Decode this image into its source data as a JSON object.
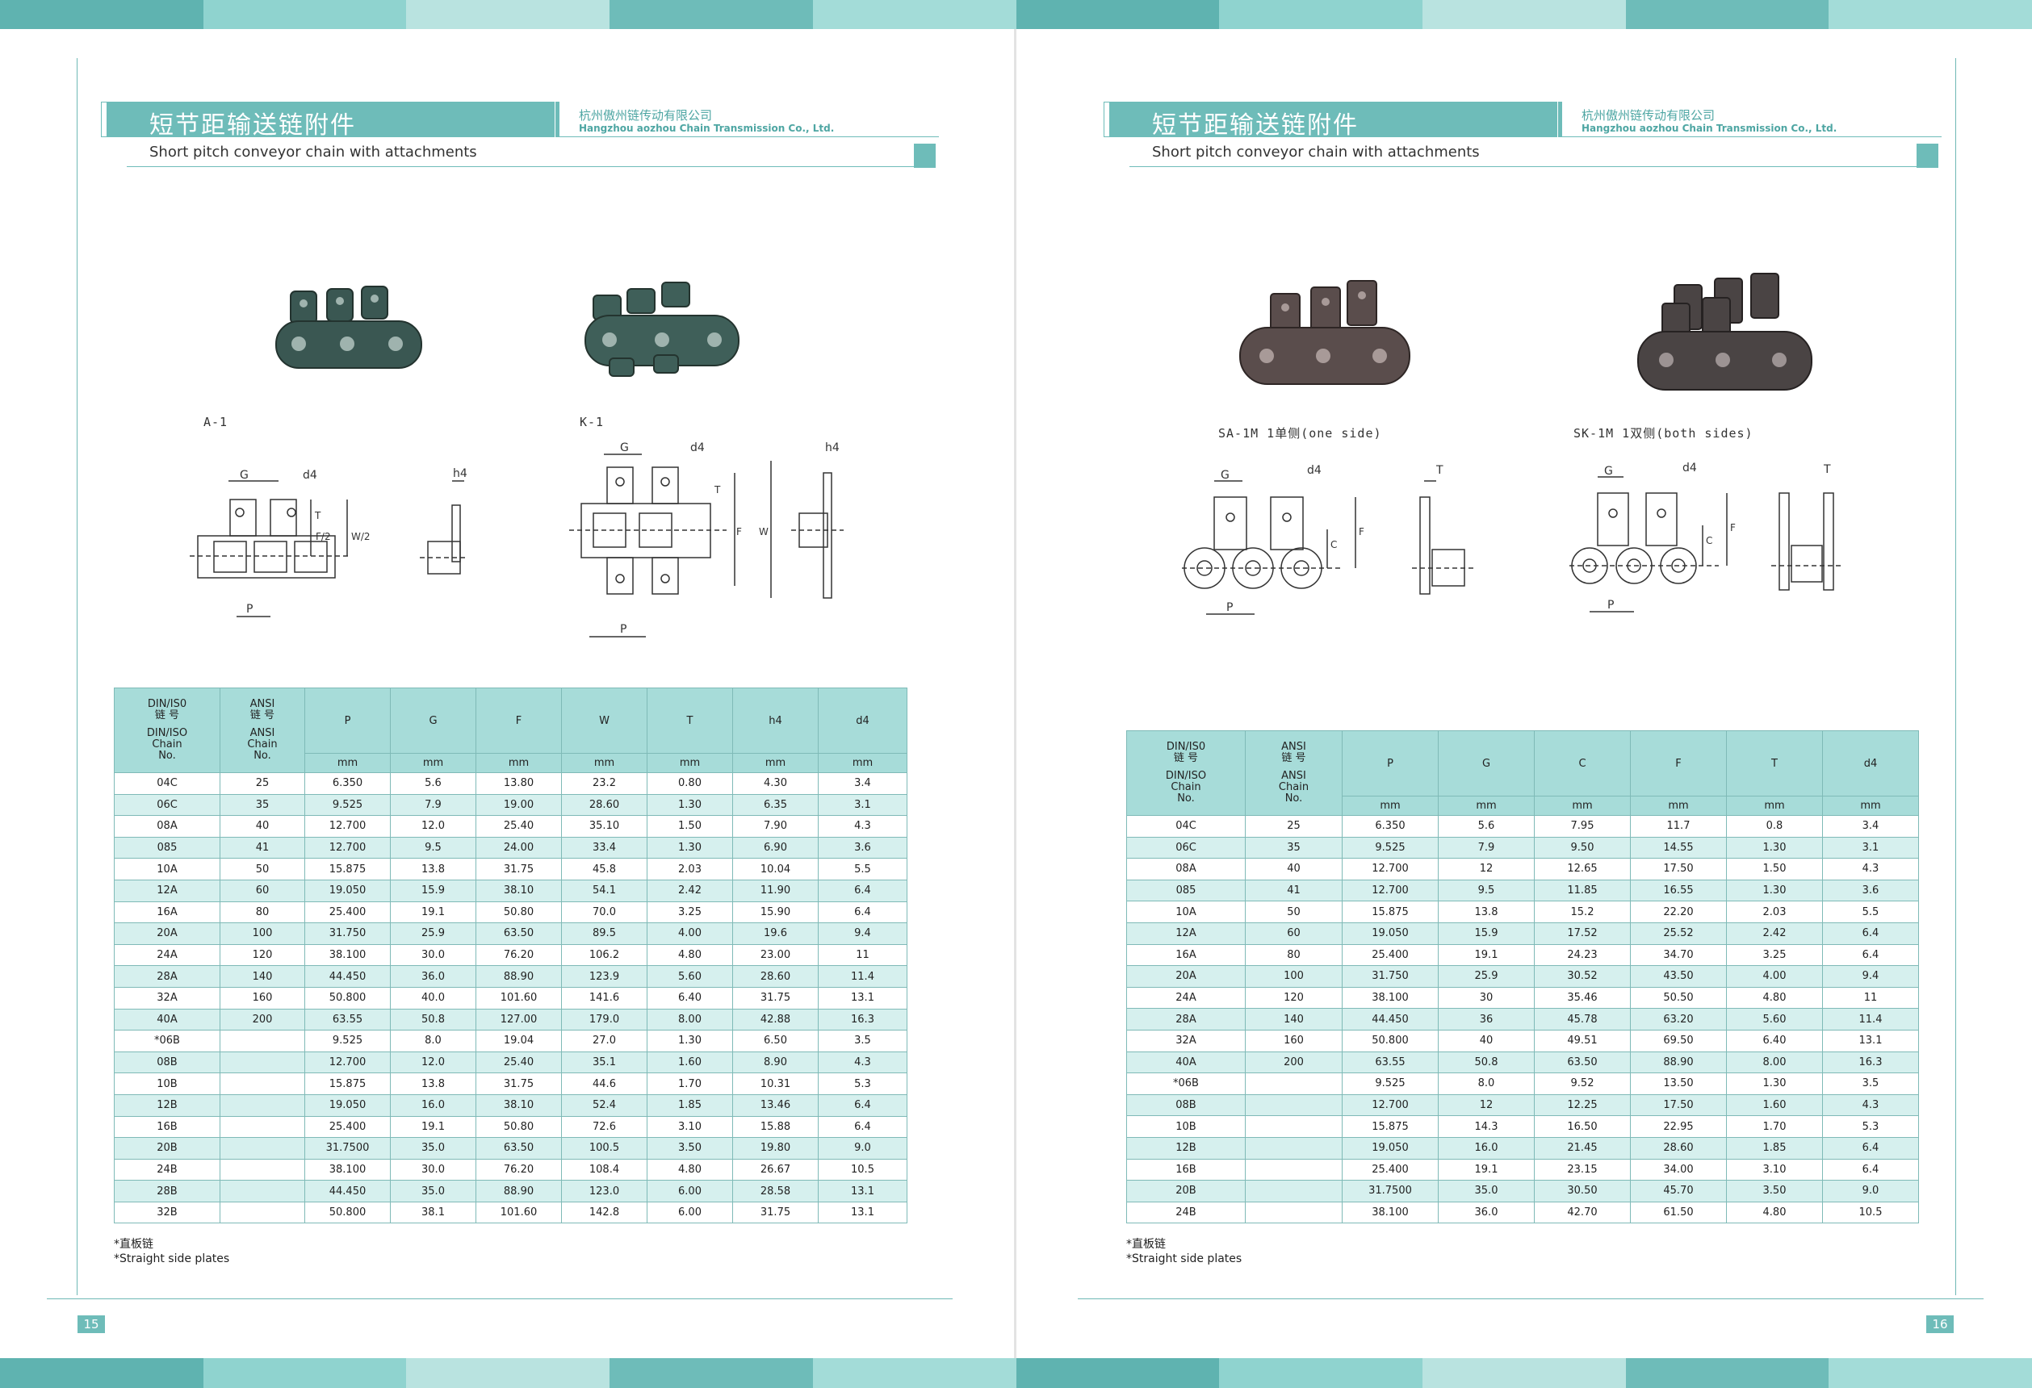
{
  "theme": {
    "accent": "#6ebcb9",
    "table_header": "#a7dcd9",
    "row_alt": "#d6f0ee"
  },
  "band_colors": [
    "#5fb3b0",
    "#8fd3cf",
    "#b9e3e0",
    "#6ebcb9",
    "#a3dcd8",
    "#5fb3b0",
    "#8fd3cf",
    "#b9e3e0",
    "#6ebcb9",
    "#a3dcd8"
  ],
  "header": {
    "title_cn": "短节距输送链附件",
    "title_en": "Short pitch conveyor chain with attachments",
    "company_cn": "杭州傲州链传动有限公司",
    "company_en": "Hangzhou aozhou Chain Transmission Co., Ltd."
  },
  "left": {
    "page_number": "15",
    "captions": {
      "a1": "A-1",
      "k1": "K-1"
    },
    "dim_labels": {
      "G": "G",
      "d4": "d4",
      "h4": "h4",
      "P": "P",
      "T": "T",
      "F2": "F/2",
      "W2": "W/2",
      "F": "F",
      "W": "W"
    },
    "table": {
      "h_iso_cn": "DIN/IS0",
      "h_iso_cn2": "链 号",
      "h_iso_en": "DIN/ISO",
      "h_iso_en2": "Chain",
      "h_iso_en3": "No.",
      "h_ansi_cn": "ANSI",
      "h_ansi_cn2": "链 号",
      "h_ansi_en": "ANSI",
      "h_ansi_en2": "Chain",
      "h_ansi_en3": "No.",
      "cols": [
        "P",
        "G",
        "F",
        "W",
        "T",
        "h4",
        "d4"
      ],
      "units": [
        "mm",
        "mm",
        "mm",
        "mm",
        "mm",
        "mm",
        "mm"
      ],
      "rows": [
        [
          "04C",
          "25",
          "6.350",
          "5.6",
          "13.80",
          "23.2",
          "0.80",
          "4.30",
          "3.4"
        ],
        [
          "06C",
          "35",
          "9.525",
          "7.9",
          "19.00",
          "28.60",
          "1.30",
          "6.35",
          "3.1"
        ],
        [
          "08A",
          "40",
          "12.700",
          "12.0",
          "25.40",
          "35.10",
          "1.50",
          "7.90",
          "4.3"
        ],
        [
          "085",
          "41",
          "12.700",
          "9.5",
          "24.00",
          "33.4",
          "1.30",
          "6.90",
          "3.6"
        ],
        [
          "10A",
          "50",
          "15.875",
          "13.8",
          "31.75",
          "45.8",
          "2.03",
          "10.04",
          "5.5"
        ],
        [
          "12A",
          "60",
          "19.050",
          "15.9",
          "38.10",
          "54.1",
          "2.42",
          "11.90",
          "6.4"
        ],
        [
          "16A",
          "80",
          "25.400",
          "19.1",
          "50.80",
          "70.0",
          "3.25",
          "15.90",
          "6.4"
        ],
        [
          "20A",
          "100",
          "31.750",
          "25.9",
          "63.50",
          "89.5",
          "4.00",
          "19.6",
          "9.4"
        ],
        [
          "24A",
          "120",
          "38.100",
          "30.0",
          "76.20",
          "106.2",
          "4.80",
          "23.00",
          "11"
        ],
        [
          "28A",
          "140",
          "44.450",
          "36.0",
          "88.90",
          "123.9",
          "5.60",
          "28.60",
          "11.4"
        ],
        [
          "32A",
          "160",
          "50.800",
          "40.0",
          "101.60",
          "141.6",
          "6.40",
          "31.75",
          "13.1"
        ],
        [
          "40A",
          "200",
          "63.55",
          "50.8",
          "127.00",
          "179.0",
          "8.00",
          "42.88",
          "16.3"
        ],
        [
          "*06B",
          "",
          "9.525",
          "8.0",
          "19.04",
          "27.0",
          "1.30",
          "6.50",
          "3.5"
        ],
        [
          "08B",
          "",
          "12.700",
          "12.0",
          "25.40",
          "35.1",
          "1.60",
          "8.90",
          "4.3"
        ],
        [
          "10B",
          "",
          "15.875",
          "13.8",
          "31.75",
          "44.6",
          "1.70",
          "10.31",
          "5.3"
        ],
        [
          "12B",
          "",
          "19.050",
          "16.0",
          "38.10",
          "52.4",
          "1.85",
          "13.46",
          "6.4"
        ],
        [
          "16B",
          "",
          "25.400",
          "19.1",
          "50.80",
          "72.6",
          "3.10",
          "15.88",
          "6.4"
        ],
        [
          "20B",
          "",
          "31.7500",
          "35.0",
          "63.50",
          "100.5",
          "3.50",
          "19.80",
          "9.0"
        ],
        [
          "24B",
          "",
          "38.100",
          "30.0",
          "76.20",
          "108.4",
          "4.80",
          "26.67",
          "10.5"
        ],
        [
          "28B",
          "",
          "44.450",
          "35.0",
          "88.90",
          "123.0",
          "6.00",
          "28.58",
          "13.1"
        ],
        [
          "32B",
          "",
          "50.800",
          "38.1",
          "101.60",
          "142.8",
          "6.00",
          "31.75",
          "13.1"
        ]
      ]
    },
    "note_cn": "*直板链",
    "note_en": "*Straight side plates"
  },
  "right": {
    "page_number": "16",
    "captions": {
      "sa": "SA-1M 1单侧(one side)",
      "sk": "SK-1M 1双侧(both sides)"
    },
    "dim_labels": {
      "G": "G",
      "d4": "d4",
      "T": "T",
      "P": "P",
      "C": "C",
      "F": "F"
    },
    "table": {
      "cols": [
        "P",
        "G",
        "C",
        "F",
        "T",
        "d4"
      ],
      "units": [
        "mm",
        "mm",
        "mm",
        "mm",
        "mm",
        "mm"
      ],
      "rows": [
        [
          "04C",
          "25",
          "6.350",
          "5.6",
          "7.95",
          "11.7",
          "0.8",
          "3.4"
        ],
        [
          "06C",
          "35",
          "9.525",
          "7.9",
          "9.50",
          "14.55",
          "1.30",
          "3.1"
        ],
        [
          "08A",
          "40",
          "12.700",
          "12",
          "12.65",
          "17.50",
          "1.50",
          "4.3"
        ],
        [
          "085",
          "41",
          "12.700",
          "9.5",
          "11.85",
          "16.55",
          "1.30",
          "3.6"
        ],
        [
          "10A",
          "50",
          "15.875",
          "13.8",
          "15.2",
          "22.20",
          "2.03",
          "5.5"
        ],
        [
          "12A",
          "60",
          "19.050",
          "15.9",
          "17.52",
          "25.52",
          "2.42",
          "6.4"
        ],
        [
          "16A",
          "80",
          "25.400",
          "19.1",
          "24.23",
          "34.70",
          "3.25",
          "6.4"
        ],
        [
          "20A",
          "100",
          "31.750",
          "25.9",
          "30.52",
          "43.50",
          "4.00",
          "9.4"
        ],
        [
          "24A",
          "120",
          "38.100",
          "30",
          "35.46",
          "50.50",
          "4.80",
          "11"
        ],
        [
          "28A",
          "140",
          "44.450",
          "36",
          "45.78",
          "63.20",
          "5.60",
          "11.4"
        ],
        [
          "32A",
          "160",
          "50.800",
          "40",
          "49.51",
          "69.50",
          "6.40",
          "13.1"
        ],
        [
          "40A",
          "200",
          "63.55",
          "50.8",
          "63.50",
          "88.90",
          "8.00",
          "16.3"
        ],
        [
          "*06B",
          "",
          "9.525",
          "8.0",
          "9.52",
          "13.50",
          "1.30",
          "3.5"
        ],
        [
          "08B",
          "",
          "12.700",
          "12",
          "12.25",
          "17.50",
          "1.60",
          "4.3"
        ],
        [
          "10B",
          "",
          "15.875",
          "14.3",
          "16.50",
          "22.95",
          "1.70",
          "5.3"
        ],
        [
          "12B",
          "",
          "19.050",
          "16.0",
          "21.45",
          "28.60",
          "1.85",
          "6.4"
        ],
        [
          "16B",
          "",
          "25.400",
          "19.1",
          "23.15",
          "34.00",
          "3.10",
          "6.4"
        ],
        [
          "20B",
          "",
          "31.7500",
          "35.0",
          "30.50",
          "45.70",
          "3.50",
          "9.0"
        ],
        [
          "24B",
          "",
          "38.100",
          "36.0",
          "42.70",
          "61.50",
          "4.80",
          "10.5"
        ]
      ]
    },
    "note_cn": "*直板链",
    "note_en": "*Straight side plates"
  }
}
